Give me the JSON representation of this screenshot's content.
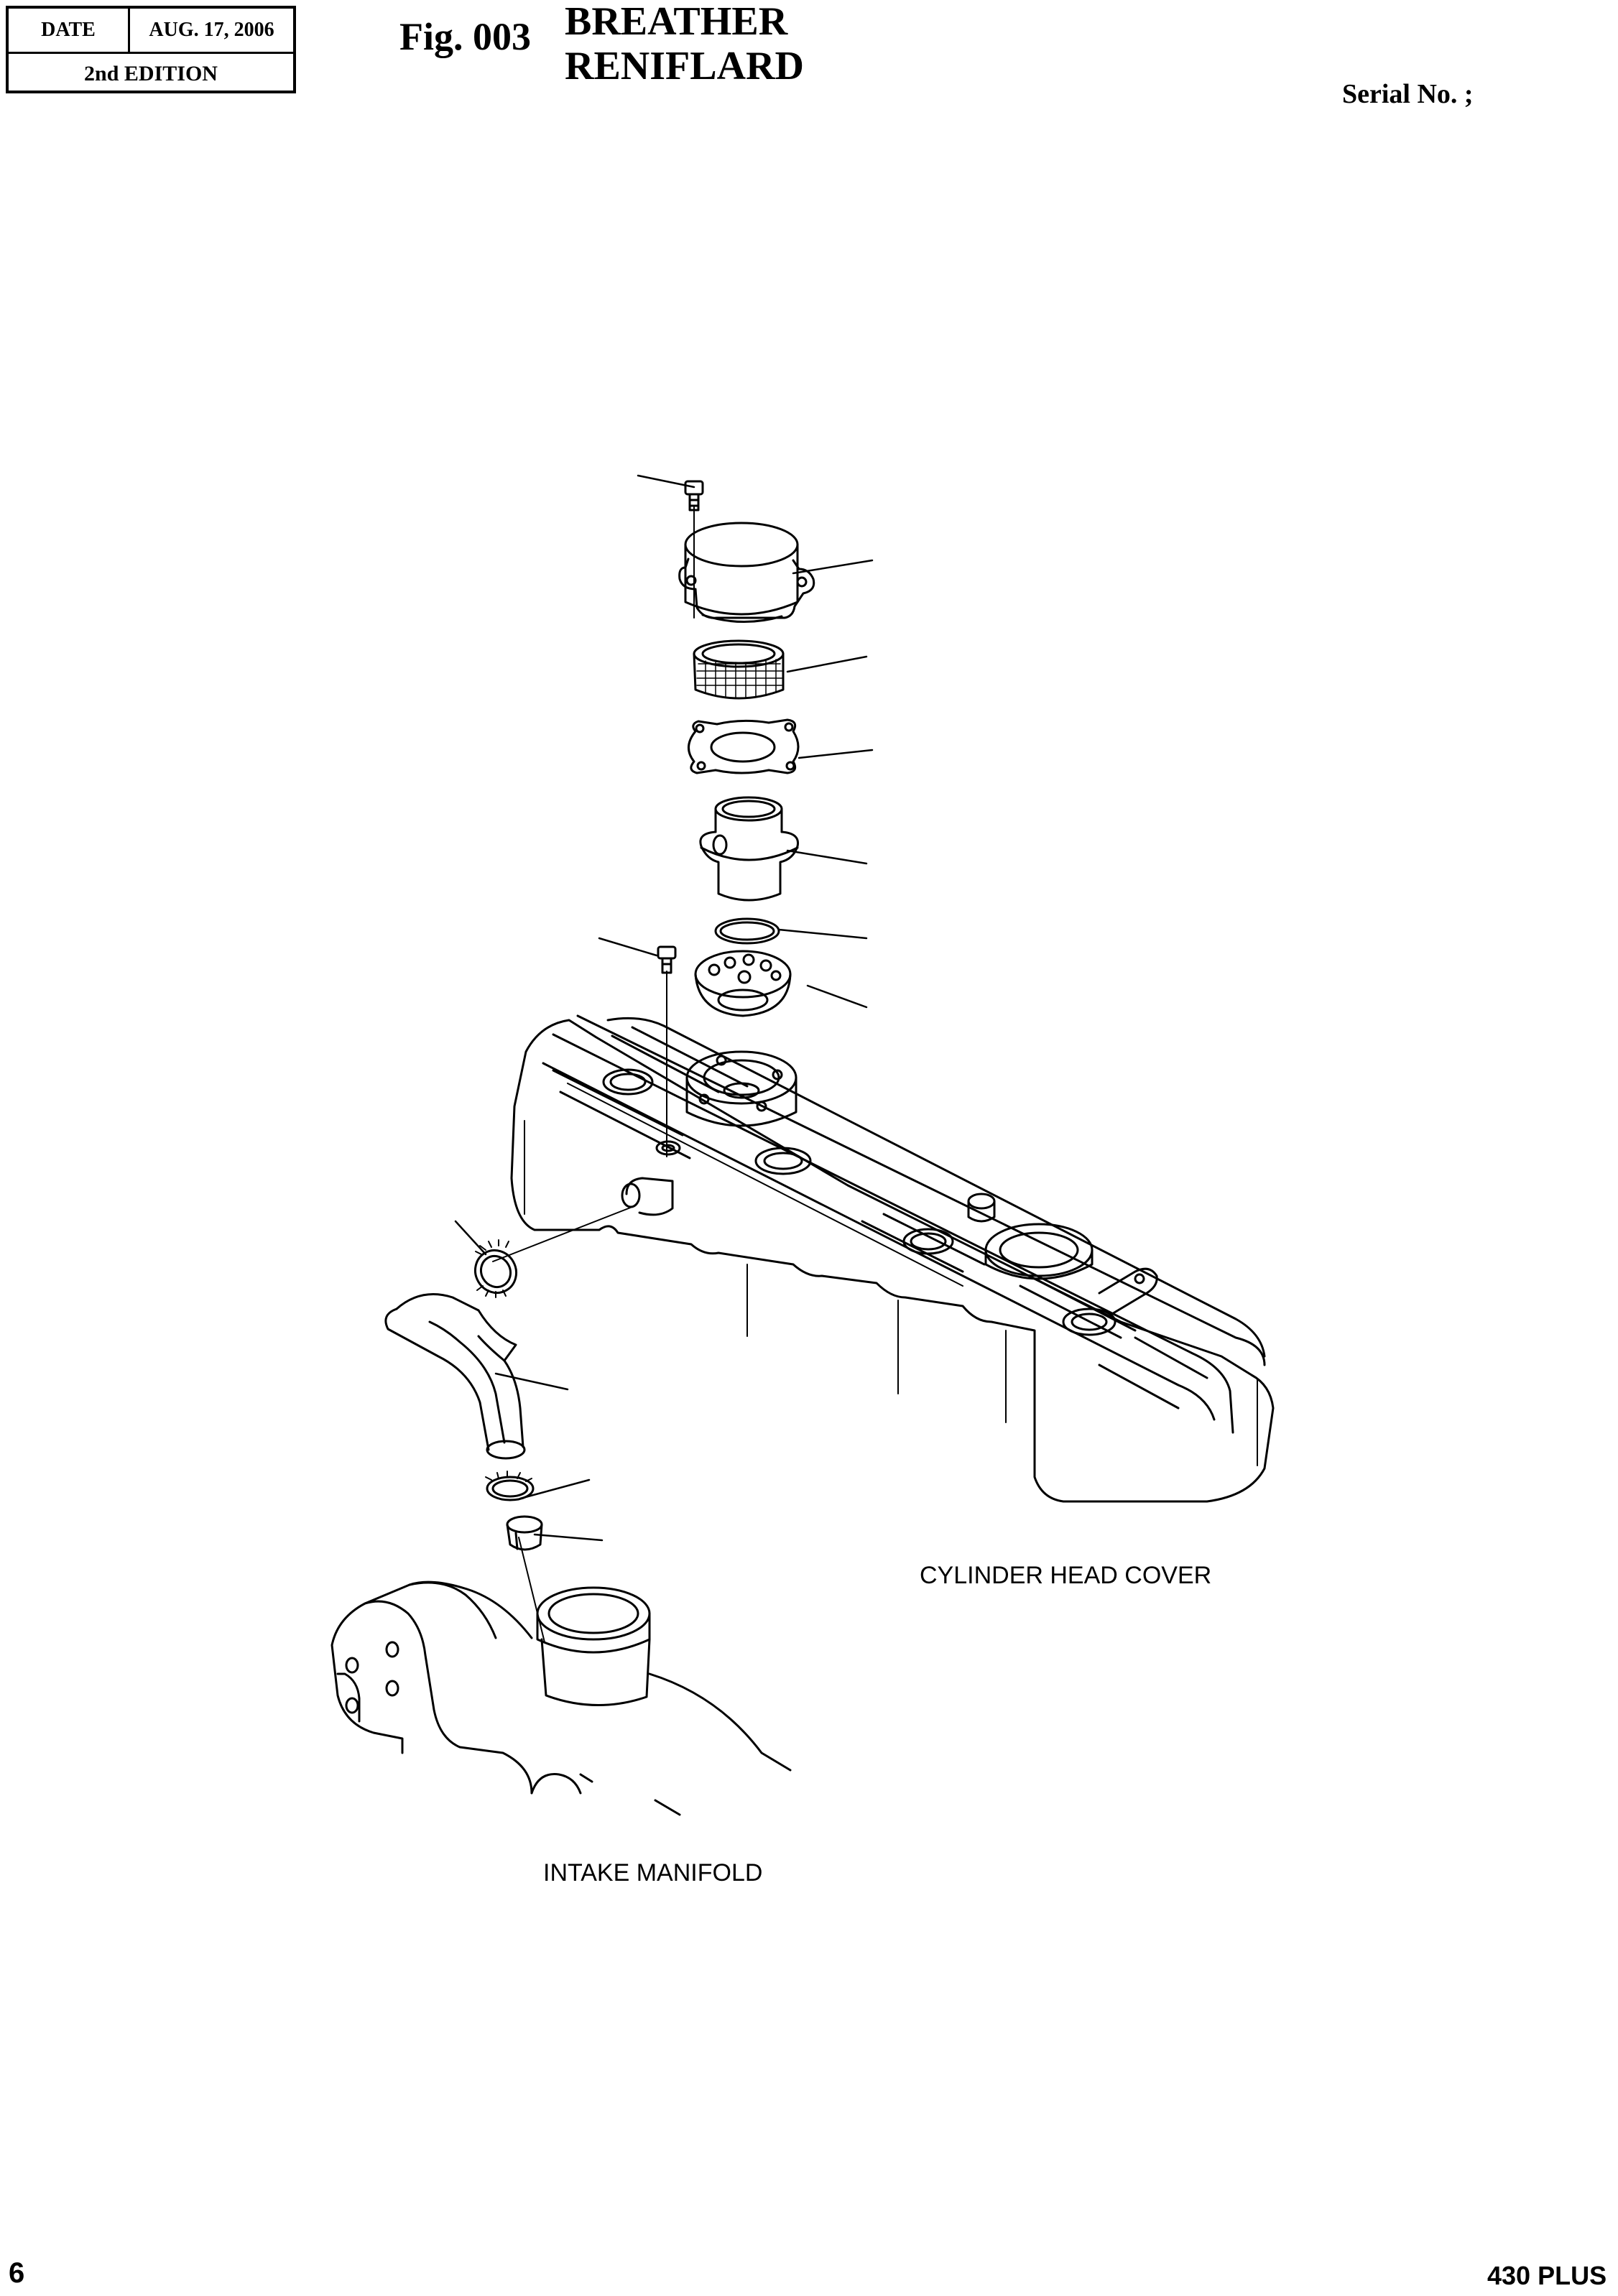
{
  "header": {
    "date_label": "DATE",
    "date_value": "AUG. 17, 2006",
    "edition": "2nd EDITION",
    "figure_number": "Fig. 003",
    "title_en": "BREATHER",
    "title_fr": "RENIFLARD",
    "serial_label": "Serial No. ;"
  },
  "diagram": {
    "labels": {
      "cylinder_head_cover": "CYLINDER HEAD COVER",
      "intake_manifold": "INTAKE MANIFOLD"
    }
  },
  "footer": {
    "page_number": "6",
    "model": "430 PLUS"
  }
}
